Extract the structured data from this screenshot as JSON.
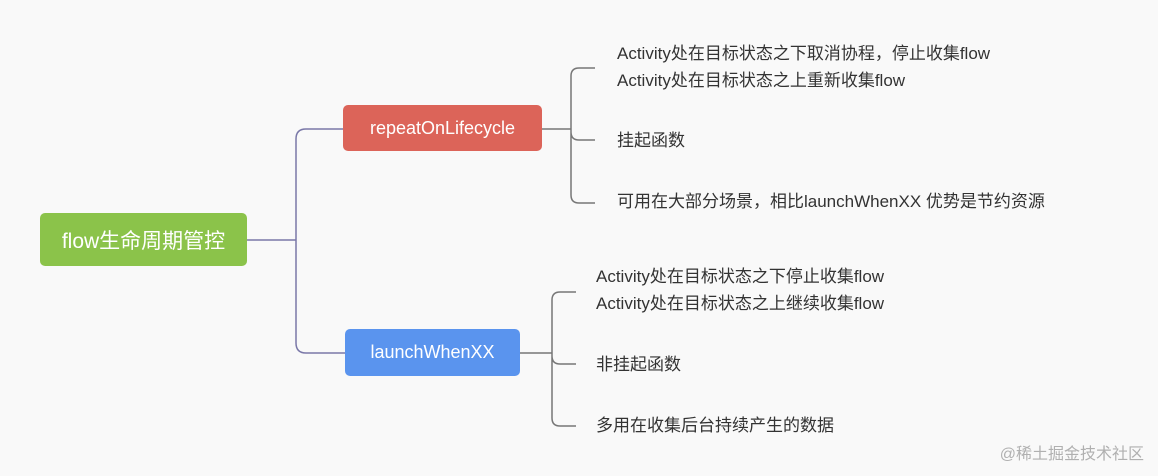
{
  "root": {
    "label": "flow生命周期管控",
    "color": "#8bc34a"
  },
  "branches": [
    {
      "label": "repeatOnLifecycle",
      "color": "#dc6459",
      "leaves": [
        [
          "Activity处在目标状态之下取消协程，停止收集flow",
          "Activity处在目标状态之上重新收集flow"
        ],
        [
          "挂起函数"
        ],
        [
          "可用在大部分场景，相比launchWhenXX 优势是节约资源"
        ]
      ]
    },
    {
      "label": "launchWhenXX",
      "color": "#5a94ee",
      "leaves": [
        [
          "Activity处在目标状态之下停止收集flow",
          "Activity处在目标状态之上继续收集flow"
        ],
        [
          "非挂起函数"
        ],
        [
          "多用在收集后台持续产生的数据"
        ]
      ]
    }
  ],
  "watermark": "@稀土掘金技术社区"
}
